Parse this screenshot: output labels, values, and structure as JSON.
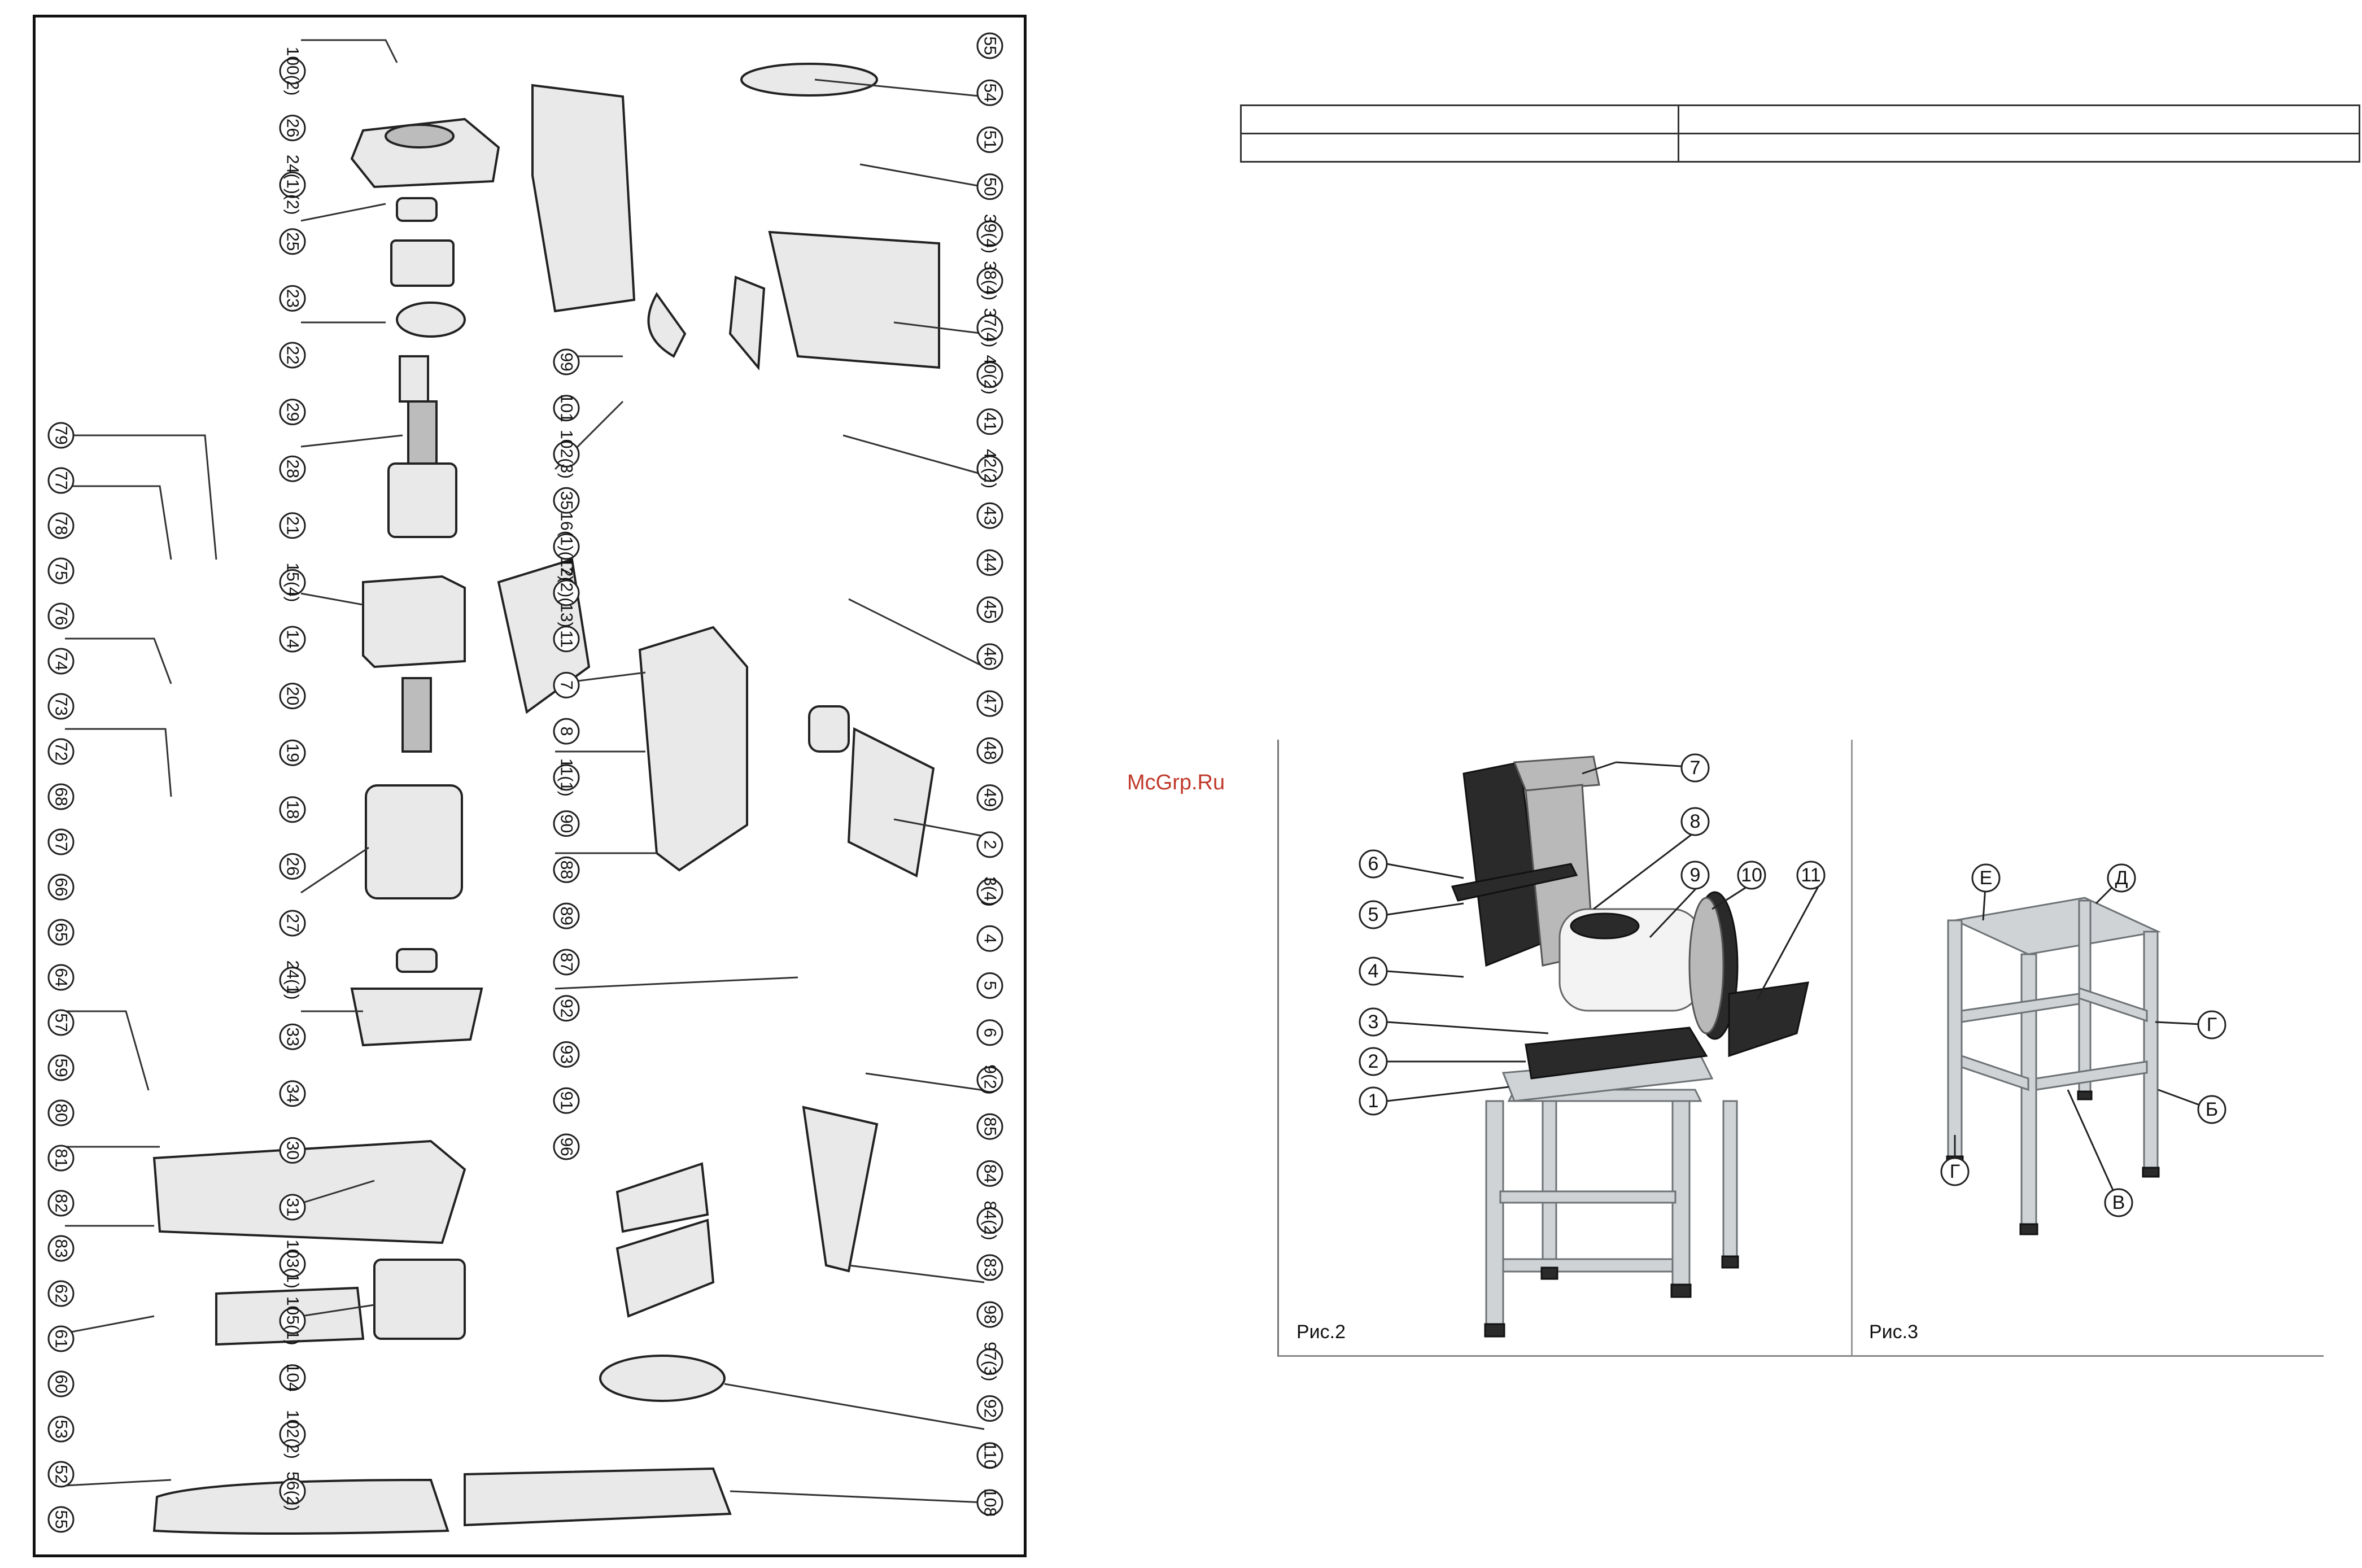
{
  "watermark": "McGrp.Ru",
  "spec_table": {
    "rows": [
      [
        "",
        ""
      ],
      [
        "",
        ""
      ]
    ]
  },
  "parts_diagram": {
    "left_callouts": [
      "79",
      "77",
      "78",
      "75",
      "76",
      "74",
      "73",
      "72",
      "68",
      "67",
      "66",
      "65",
      "64",
      "57",
      "59",
      "80",
      "81",
      "82",
      "83",
      "62",
      "61",
      "60",
      "53",
      "52",
      "55"
    ],
    "center_callouts": [
      "100(2)",
      "26",
      "24(1)(2)",
      "25",
      "23",
      "22",
      "29",
      "28",
      "21",
      "15(4)",
      "14",
      "20",
      "19",
      "18",
      "26",
      "27",
      "24(1)",
      "33",
      "34",
      "30",
      "31",
      "103(1)",
      "105(1)",
      "104",
      "102(2)",
      "56(2)"
    ],
    "mid_callouts": [
      "99",
      "101",
      "102(3)",
      "35",
      "16(1)(17)",
      "12(2)(13)",
      "11",
      "7",
      "8",
      "11(1)",
      "90",
      "88",
      "89",
      "87",
      "92",
      "93",
      "91",
      "96"
    ],
    "right_callouts": [
      "55",
      "54",
      "51",
      "50",
      "39(4)",
      "38(4)",
      "37(4)",
      "40(2)",
      "41",
      "42(2)",
      "43",
      "44",
      "45",
      "46",
      "47",
      "48",
      "49",
      "2",
      "3(4)",
      "4",
      "5",
      "6",
      "9(2)",
      "85",
      "84",
      "84(2)",
      "83",
      "98",
      "97(3)",
      "92",
      "110",
      "108"
    ]
  },
  "figures": {
    "fig2": {
      "caption": "Рис.2",
      "callouts": [
        "1",
        "2",
        "3",
        "4",
        "5",
        "6",
        "7",
        "8",
        "9",
        "10",
        "11"
      ]
    },
    "fig3": {
      "caption": "Рис.3",
      "callouts": [
        "Е",
        "Д",
        "Г",
        "Б",
        "Г",
        "В"
      ]
    }
  }
}
